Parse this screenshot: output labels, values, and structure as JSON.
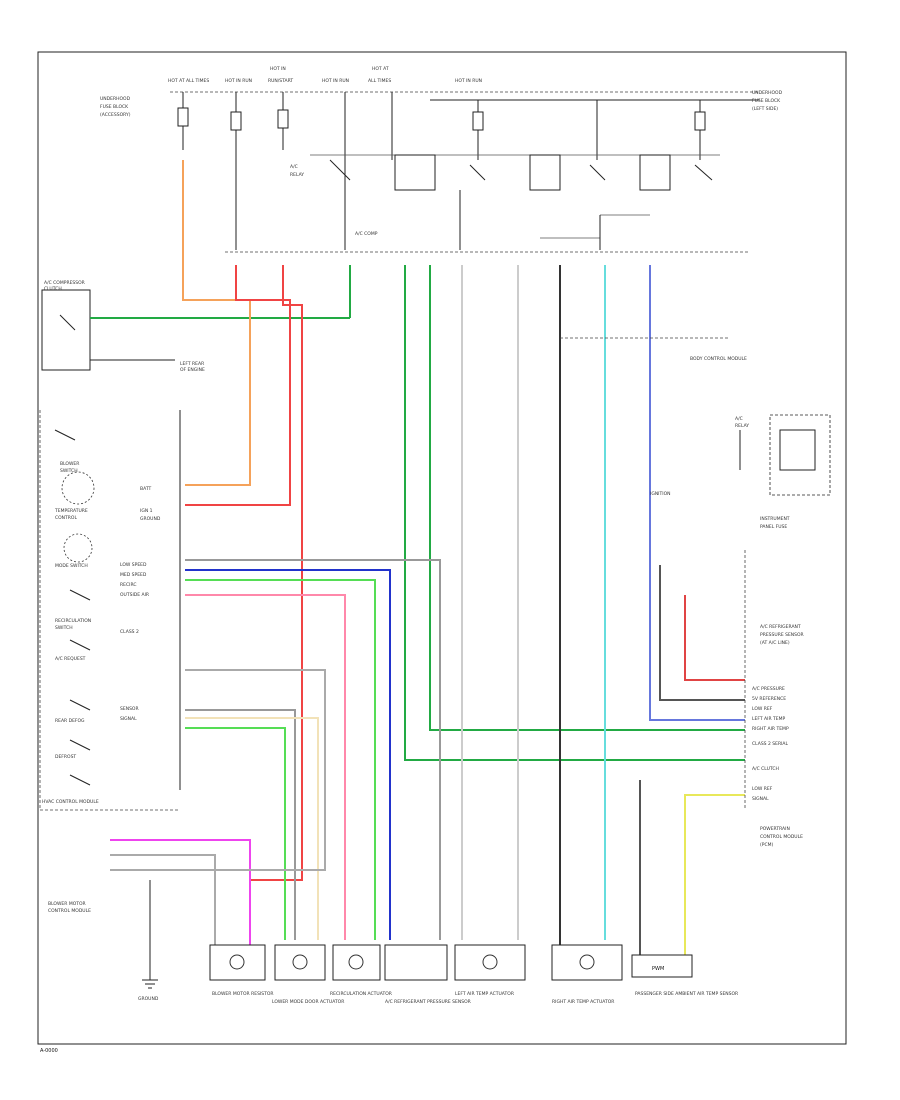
{
  "diagram": {
    "footer_code": "A-0000",
    "component_labels": {
      "c1": "BLOWER MOTOR RESISTOR",
      "c2": "LOWER MODE DOOR ACTUATOR",
      "c3": "RECIRCULATION ACTUATOR",
      "c4": "A/C REFRIGERANT PRESSURE SENSOR",
      "c5": "LEFT AIR TEMP ACTUATOR",
      "c6": "RIGHT AIR TEMP ACTUATOR",
      "c7": "PASSENGER SIDE AMBIENT AIR TEMP SENSOR"
    },
    "control_panel_label": "HVAC CONTROL MODULE",
    "ground_label": "GROUND",
    "pwm_label": "PWM"
  }
}
